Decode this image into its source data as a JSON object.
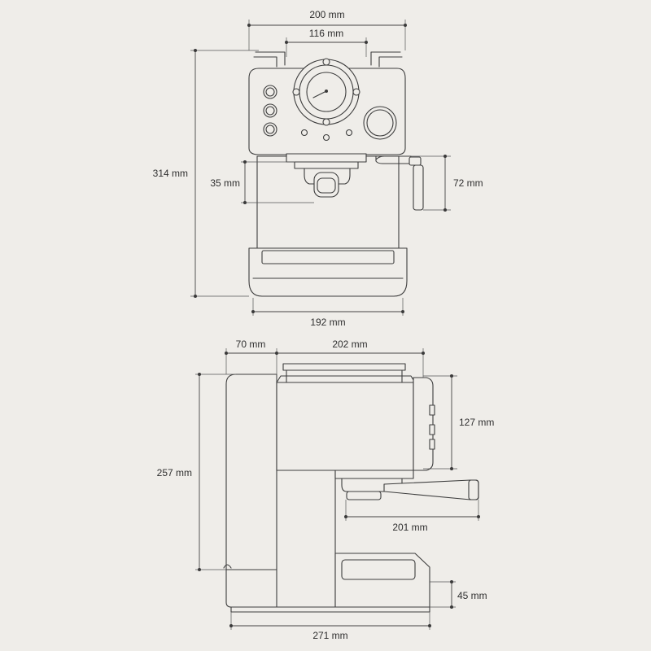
{
  "front_view": {
    "width_top": "200 mm",
    "dial_width": "116 mm",
    "height": "314 mm",
    "group_head_height": "35 mm",
    "steam_wand_height": "72 mm",
    "base_width": "192 mm"
  },
  "side_view": {
    "tank_depth": "70 mm",
    "body_depth": "202 mm",
    "height": "257 mm",
    "control_panel_height": "127 mm",
    "portafilter_length": "201 mm",
    "drip_tray_height": "45 mm",
    "total_depth": "271 mm"
  }
}
